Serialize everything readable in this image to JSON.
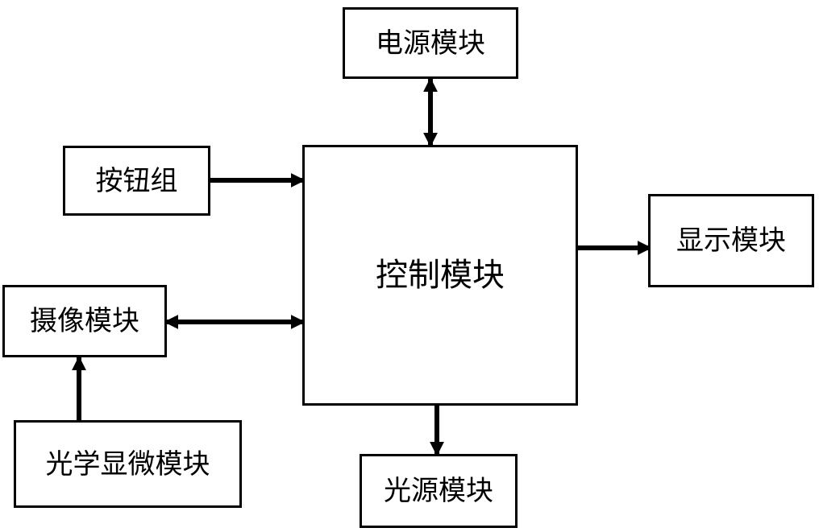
{
  "diagram": {
    "colors": {
      "stroke": "#000000",
      "fill": "#ffffff",
      "text": "#000000"
    },
    "modules": {
      "power": "电源模块",
      "buttons": "按钮组",
      "control": "控制模块",
      "display": "显示模块",
      "camera": "摄像模块",
      "optical_microscope": "光学显微模块",
      "light_source": "光源模块"
    },
    "connections": [
      {
        "from": "control",
        "to": "power",
        "arrows": "both"
      },
      {
        "from": "buttons",
        "to": "control",
        "arrows": "end"
      },
      {
        "from": "control",
        "to": "display",
        "arrows": "end"
      },
      {
        "from": "camera",
        "to": "control",
        "arrows": "both"
      },
      {
        "from": "optical_microscope",
        "to": "camera",
        "arrows": "end"
      },
      {
        "from": "control",
        "to": "light_source",
        "arrows": "end"
      }
    ]
  }
}
